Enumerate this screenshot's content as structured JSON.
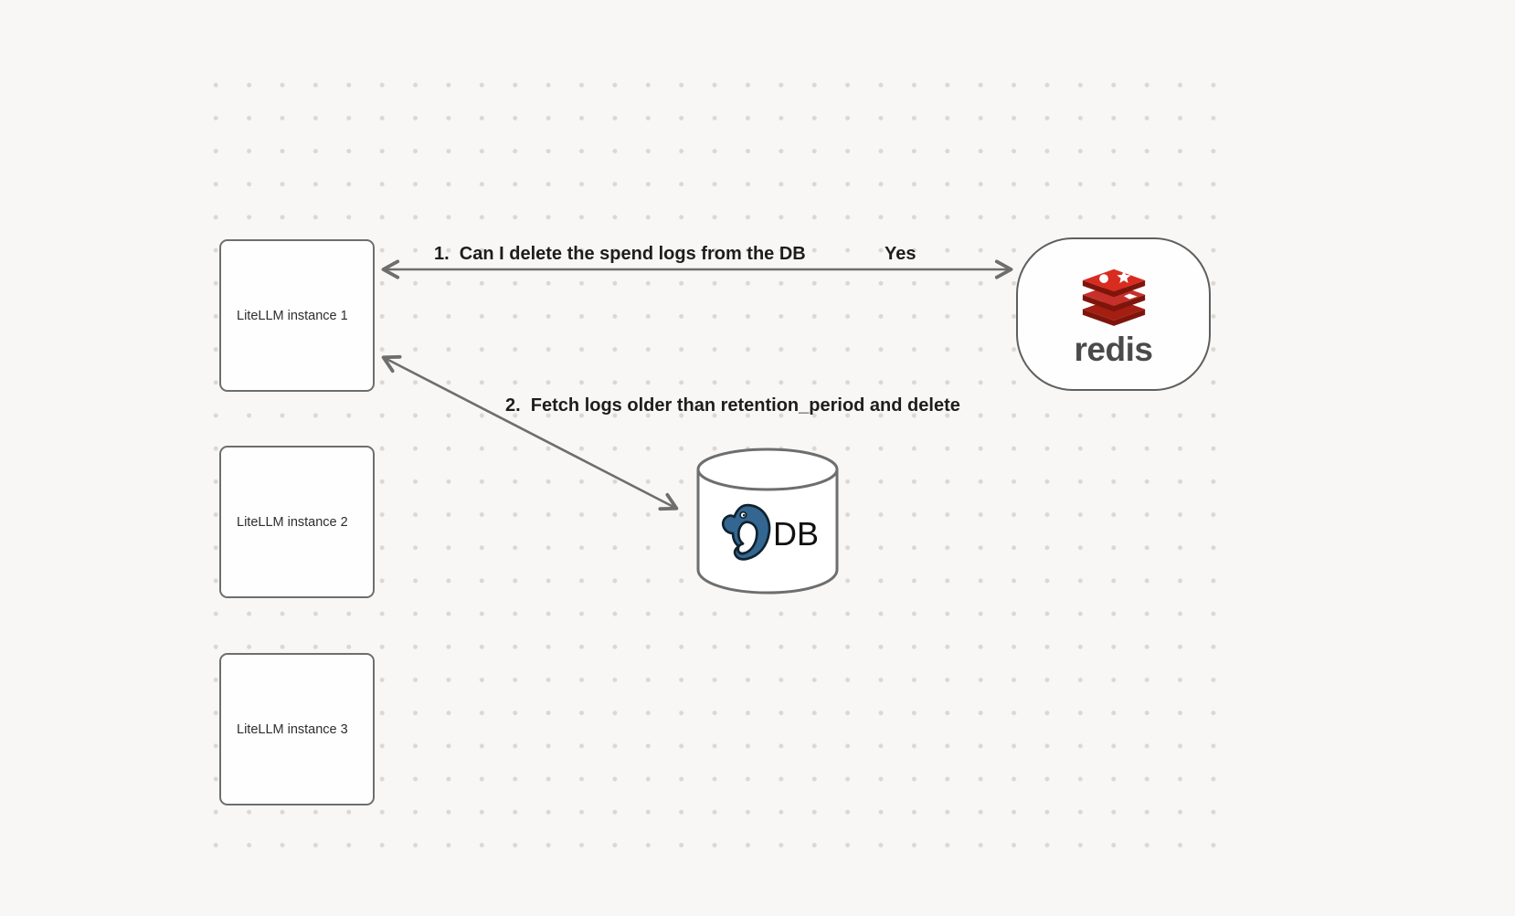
{
  "canvas": {
    "background_color": "#f8f7f5",
    "dot_grid_color": "#d9d8d3"
  },
  "nodes": {
    "instance1": {
      "label": "LiteLLM instance 1"
    },
    "instance2": {
      "label": "LiteLLM instance 2"
    },
    "instance3": {
      "label": "LiteLLM instance 3"
    },
    "redis": {
      "wordmark": "redis"
    },
    "db": {
      "label": "DB"
    }
  },
  "edges": {
    "redis_query": {
      "step_label": "1.  Can I delete the spend logs from the DB",
      "reply_label": "Yes"
    },
    "db_fetch": {
      "step_label": "2.  Fetch logs older than retention_period and delete"
    }
  },
  "icons": {
    "redis_logo": "redis-stacked-layers-logo",
    "postgres_logo": "postgresql-elephant-logo"
  },
  "colors": {
    "redis_red_light": "#D82C20",
    "redis_red_dark": "#A41E11",
    "postgres_blue": "#336791",
    "arrow_gray": "#6e6e6e",
    "border_gray": "#6e6e6e",
    "label_text": "#1d1d1d"
  }
}
